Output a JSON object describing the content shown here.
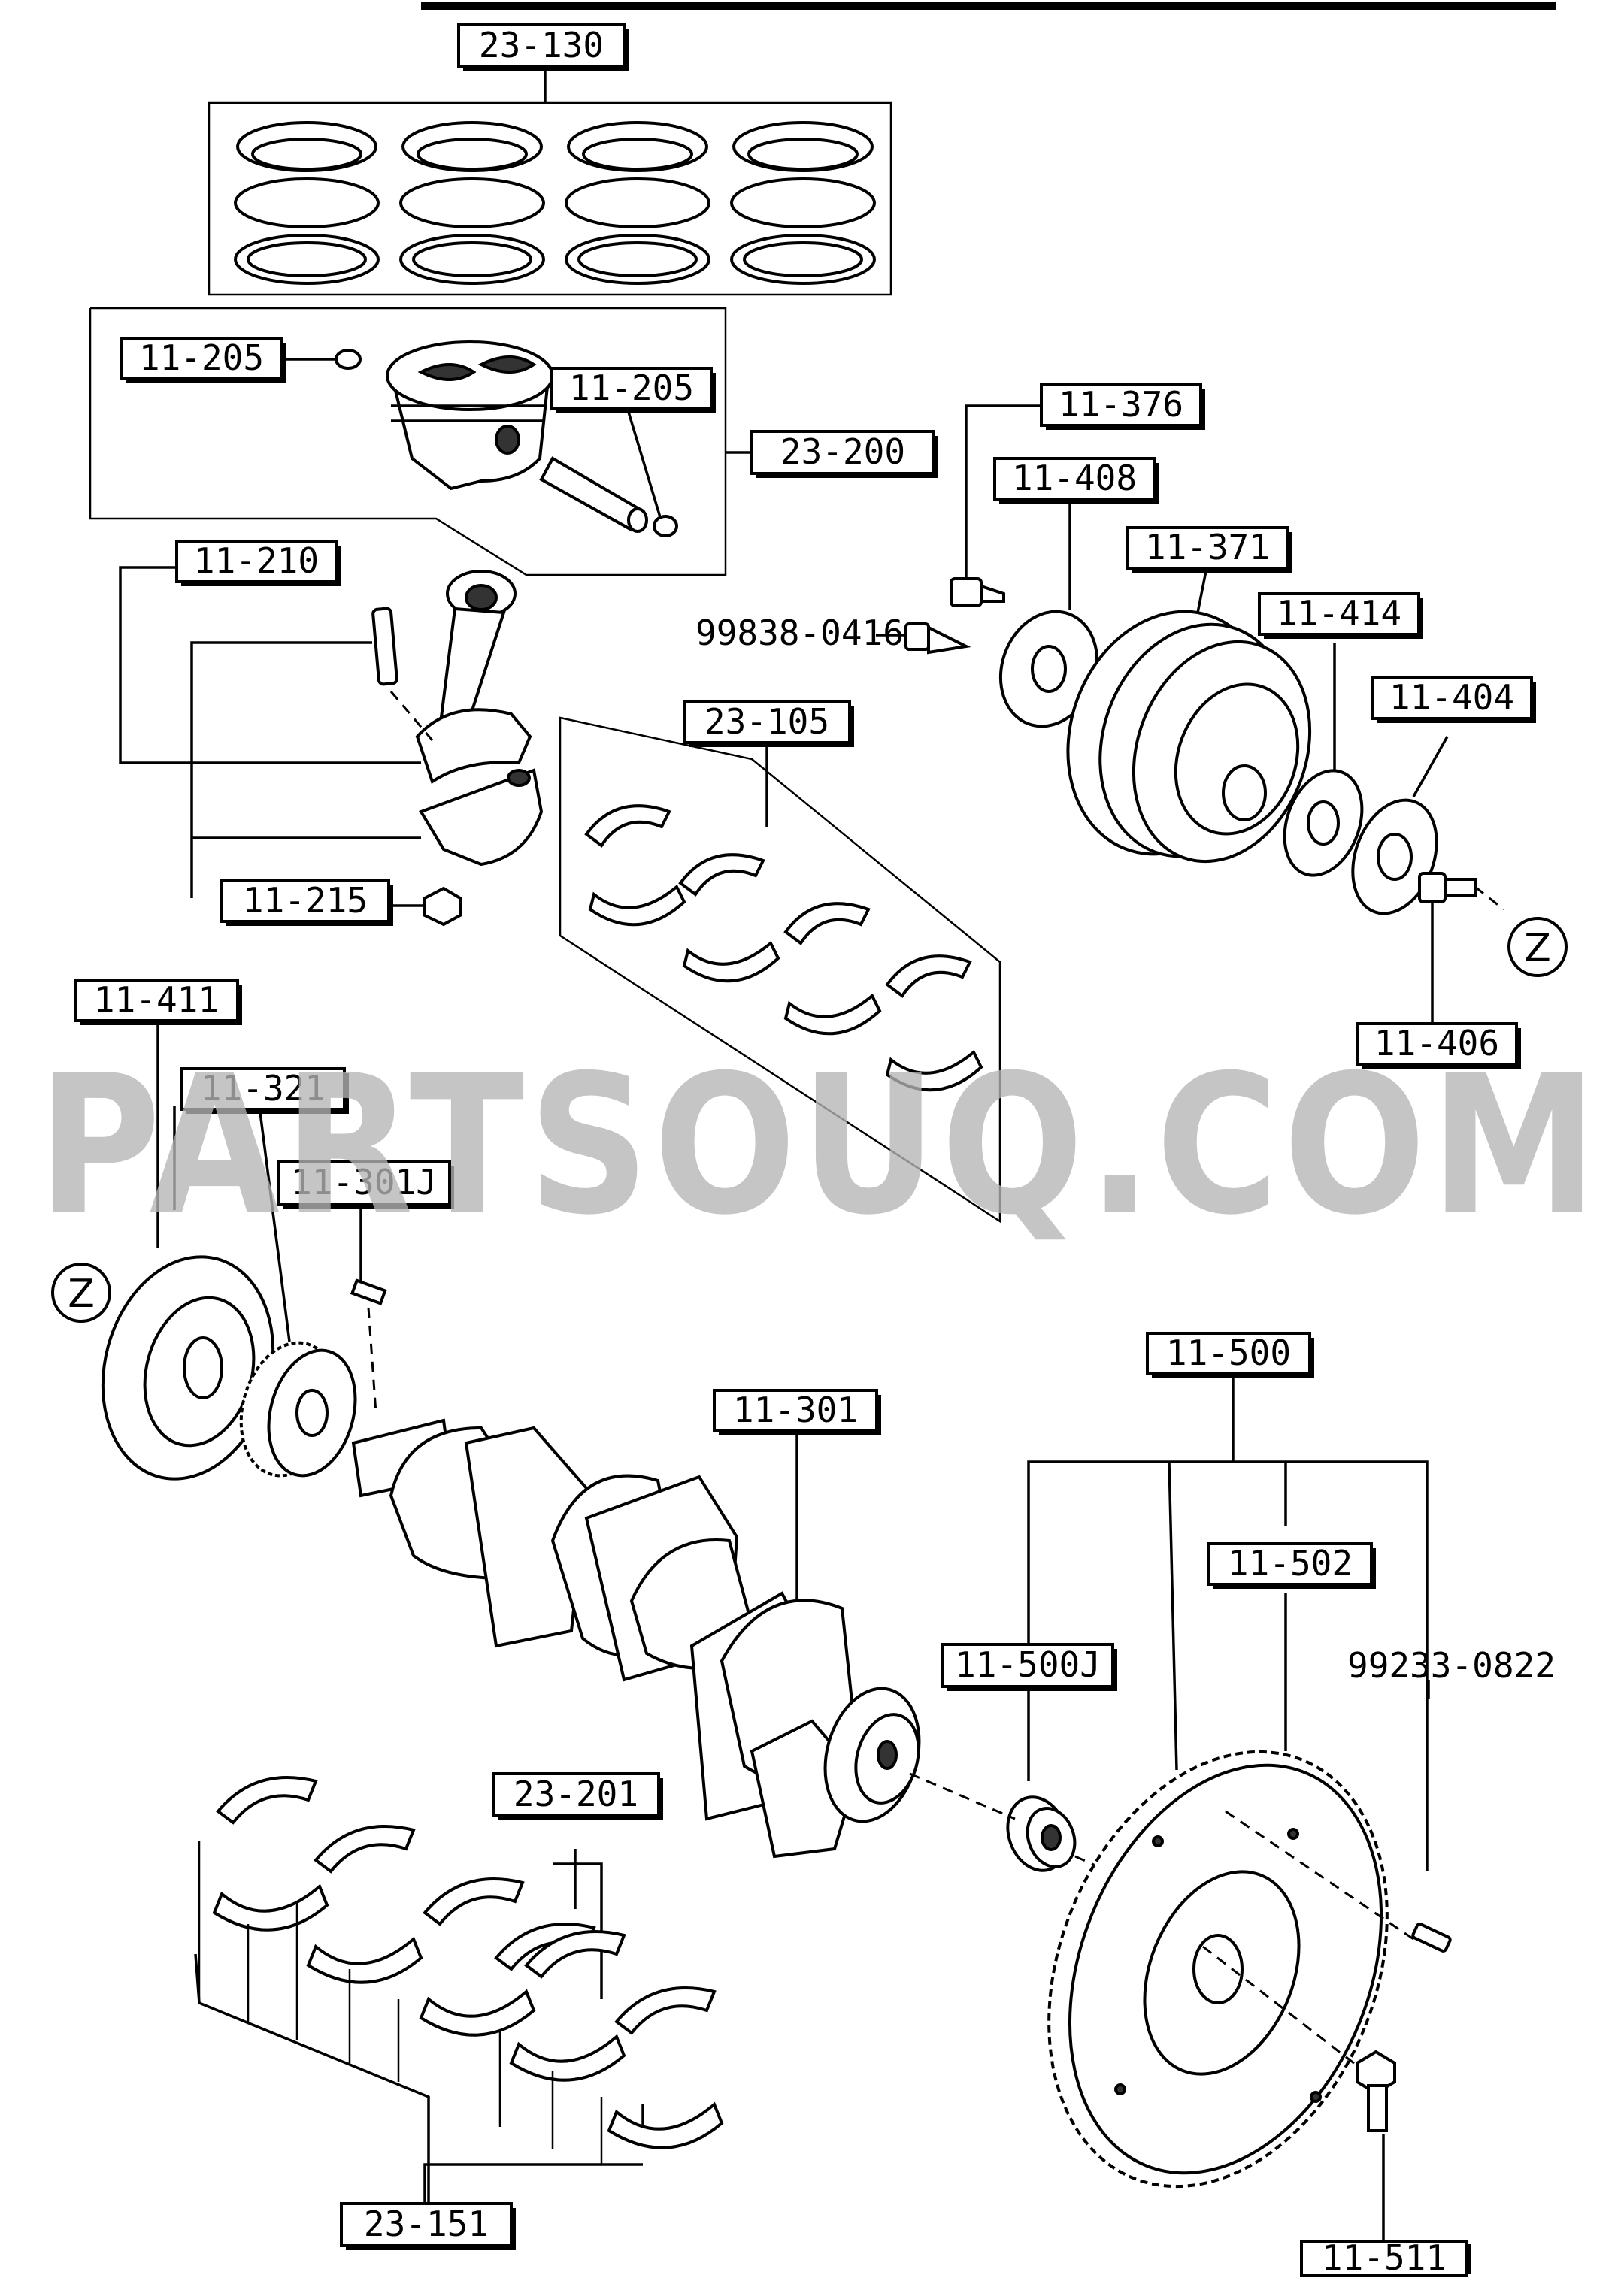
{
  "watermark": "PARTSOUQ.COM",
  "z_marker": "Z",
  "labels": {
    "l23_130": "23-130",
    "l11_205a": "11-205",
    "l11_205b": "11-205",
    "l23_200": "23-200",
    "l11_376": "11-376",
    "l11_408": "11-408",
    "l11_371": "11-371",
    "l11_414": "11-414",
    "l11_404": "11-404",
    "l11_406": "11-406",
    "l11_210": "11-210",
    "l11_215": "11-215",
    "l23_105": "23-105",
    "l99838": "99838-0416",
    "l11_411": "11-411",
    "l11_321": "11-321",
    "l11_301J": "11-301J",
    "l11_500": "11-500",
    "l11_301": "11-301",
    "l11_502": "11-502",
    "l11_500J": "11-500J",
    "l99233": "99233-0822",
    "l23_201": "23-201",
    "l23_151": "23-151",
    "l11_511": "11-511"
  }
}
